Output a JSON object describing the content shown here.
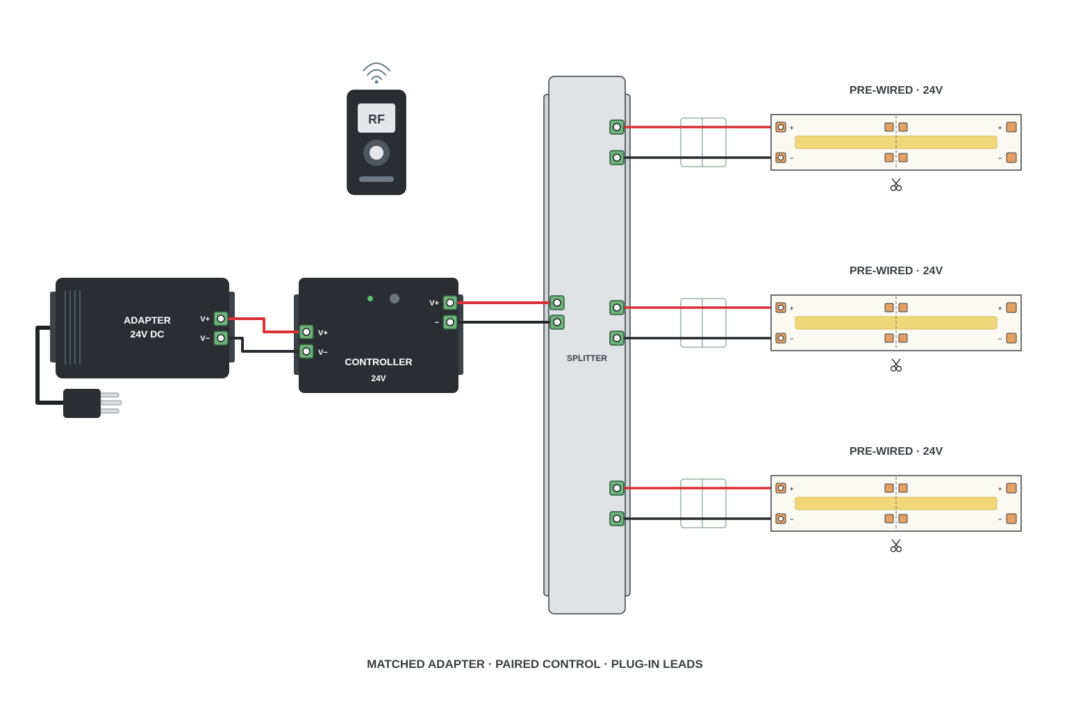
{
  "colors": {
    "device_body": "#2a2e33",
    "device_side": "#3c4248",
    "terminal_fill": "#6fb07e",
    "terminal_stroke": "#2f5a3a",
    "wire_positive": "#d93035",
    "wire_negative": "#25292d",
    "splitter_fill": "#dfe3e6",
    "strip_fill": "#fbfaf2",
    "led_band": "#f0d77a",
    "pad": "#e2a064",
    "label_text": "#3a3f45",
    "connector_outline": "#9bb39f",
    "status_led": "#5fbf74"
  },
  "adapter": {
    "title": "ADAPTER",
    "rating": "24V DC",
    "pos_terminal": "V+",
    "neg_terminal": "V−"
  },
  "controller": {
    "title": "CONTROLLER",
    "rating": "24V",
    "in_pos": "V+",
    "in_neg": "V−",
    "out_pos": "V+",
    "out_neg": "−"
  },
  "remote": {
    "label": "RF",
    "icon": "wireless-signal-icon"
  },
  "splitter": {
    "label": "SPLITTER"
  },
  "strips": [
    {
      "label": "PRE-WIRED · 24V",
      "plus": "+",
      "minus": "−",
      "cut_icon": "scissors-icon"
    },
    {
      "label": "PRE-WIRED · 24V",
      "plus": "+",
      "minus": "−",
      "cut_icon": "scissors-icon"
    },
    {
      "label": "PRE-WIRED · 24V",
      "plus": "+",
      "minus": "−",
      "cut_icon": "scissors-icon"
    }
  ],
  "footer": {
    "caption": "MATCHED ADAPTER · PAIRED CONTROL · PLUG-IN LEADS"
  }
}
